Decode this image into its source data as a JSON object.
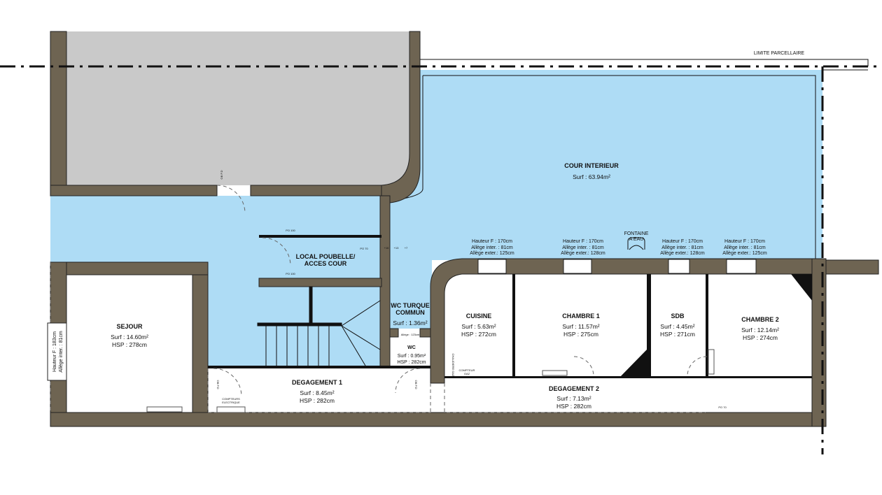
{
  "plan": {
    "boundary_label": "LIMITE PARCELLAIRE",
    "colors": {
      "wall": "#6e6452",
      "courtyard": "#aedcf5",
      "neighbour": "#c9c9c9",
      "room": "#ffffff"
    },
    "rooms": {
      "cour": {
        "name": "COUR INTERIEUR",
        "surf": "Surf : 63.94m²"
      },
      "local": {
        "name1": "LOCAL POUBELLE/",
        "name2": "ACCES COUR"
      },
      "wc_turque": {
        "name1": "WC TURQUE",
        "name2": "COMMUN",
        "surf": "Surf : 1.36m²"
      },
      "wc": {
        "name": "WC",
        "surf": "Surf : 0.95m²",
        "hsp": "HSP : 282cm"
      },
      "sejour": {
        "name": "SEJOUR",
        "surf": "Surf : 14.60m²",
        "hsp": "HSP : 278cm"
      },
      "degagement1": {
        "name": "DEGAGEMENT 1",
        "surf": "Surf : 8.45m²",
        "hsp": "HSP : 282cm"
      },
      "cuisine": {
        "name": "CUISINE",
        "surf": "Surf : 5.63m²",
        "hsp": "HSP : 272cm"
      },
      "chambre1": {
        "name": "CHAMBRE 1",
        "surf": "Surf : 11.57m²",
        "hsp": "HSP : 275cm"
      },
      "sdb": {
        "name": "SDB",
        "surf": "Surf : 4.45m²",
        "hsp": "HSP : 271cm"
      },
      "chambre2": {
        "name": "CHAMBRE 2",
        "surf": "Surf : 12.14m²",
        "hsp": "HSP : 274cm"
      },
      "degagement2": {
        "name": "DEGAGEMENT 2",
        "surf": "Surf : 7.13m²",
        "hsp": "HSP : 282cm"
      }
    },
    "windows": [
      {
        "h": "Hauteur F : 170cm",
        "inter": "Allège inter. : 81cm",
        "exter": "Allège exter.: 125cm"
      },
      {
        "h": "Hauteur F : 170cm",
        "inter": "Allège inter. : 81cm",
        "exter": "Allège exter.: 128cm"
      },
      {
        "h": "Hauteur F : 170cm",
        "inter": "Allège inter. : 81cm",
        "exter": "Allège exter.: 128cm"
      },
      {
        "h": "Hauteur F : 170cm",
        "inter": "Allège inter. : 81cm",
        "exter": "Allège exter.: 125cm"
      }
    ],
    "sejour_window": {
      "h": "Hauteur F : 183cm",
      "inter": "Allège inter. : 81cm"
    },
    "fontaine": {
      "l1": "FONTAINE",
      "l2": "A EAU"
    },
    "annotations": {
      "pd100": "PO 100",
      "pd70": "PO 70",
      "steps": [
        "+16",
        "+13",
        "+7"
      ],
      "allege_wc": "Allège : 123cm",
      "compteurs_elec1": "COMPTEURS",
      "compteurs_elec2": "ELECTRIQUE",
      "compteur_gaz1": "COMPTEUR",
      "compteur_gaz2": "GAZ",
      "chaudiere": "CHAUDIERE GAZ",
      "door_label": "OB P.D"
    }
  }
}
